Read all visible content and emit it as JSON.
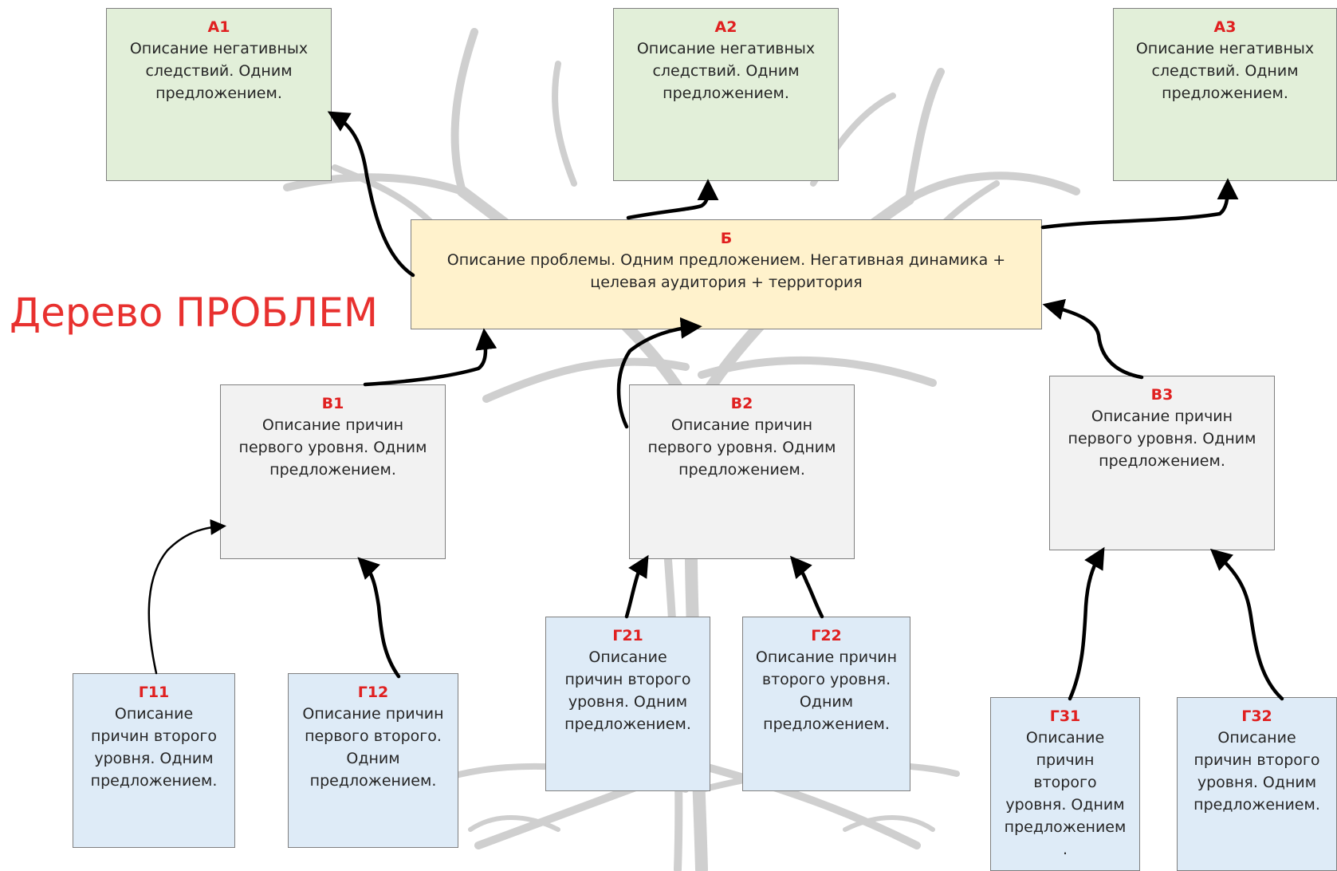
{
  "title": "Дерево ПРОБЛЕМ",
  "consequences": [
    {
      "code": "А1",
      "text": "Описание негативных следствий. Одним предложением."
    },
    {
      "code": "А2",
      "text": "Описание негативных следствий. Одним предложением."
    },
    {
      "code": "А3",
      "text": "Описание негативных следствий. Одним предложением."
    }
  ],
  "problem": {
    "code": "Б",
    "text": "Описание проблемы. Одним предложением. Негативная динамика + целевая аудитория + территория"
  },
  "causes_level1": [
    {
      "code": "В1",
      "text": "Описание причин первого уровня. Одним предложением."
    },
    {
      "code": "В2",
      "text": "Описание причин первого уровня. Одним предложением."
    },
    {
      "code": "В3",
      "text": "Описание причин первого уровня. Одним предложением."
    }
  ],
  "causes_level2": [
    {
      "code": "Г11",
      "text": "Описание причин второго уровня. Одним предложением."
    },
    {
      "code": "Г12",
      "text": "Описание причин первого второго. Одним предложением."
    },
    {
      "code": "Г21",
      "text": "Описание причин второго уровня. Одним предложением."
    },
    {
      "code": "Г22",
      "text": "Описание причин второго уровня. Одним предложением."
    },
    {
      "code": "Г31",
      "text": "Описание причин второго уровня. Одним предложением ."
    },
    {
      "code": "Г32",
      "text": "Описание причин второго уровня. Одним предложением."
    }
  ],
  "colors": {
    "consequence_fill": "#e2efd9",
    "problem_fill": "#fff2cc",
    "cause1_fill": "#f2f2f2",
    "cause2_fill": "#deebf7",
    "code_color": "#e02020",
    "title_color": "#e8312f",
    "tree_color": "#c8c8c8",
    "arrow_color": "#000000"
  }
}
